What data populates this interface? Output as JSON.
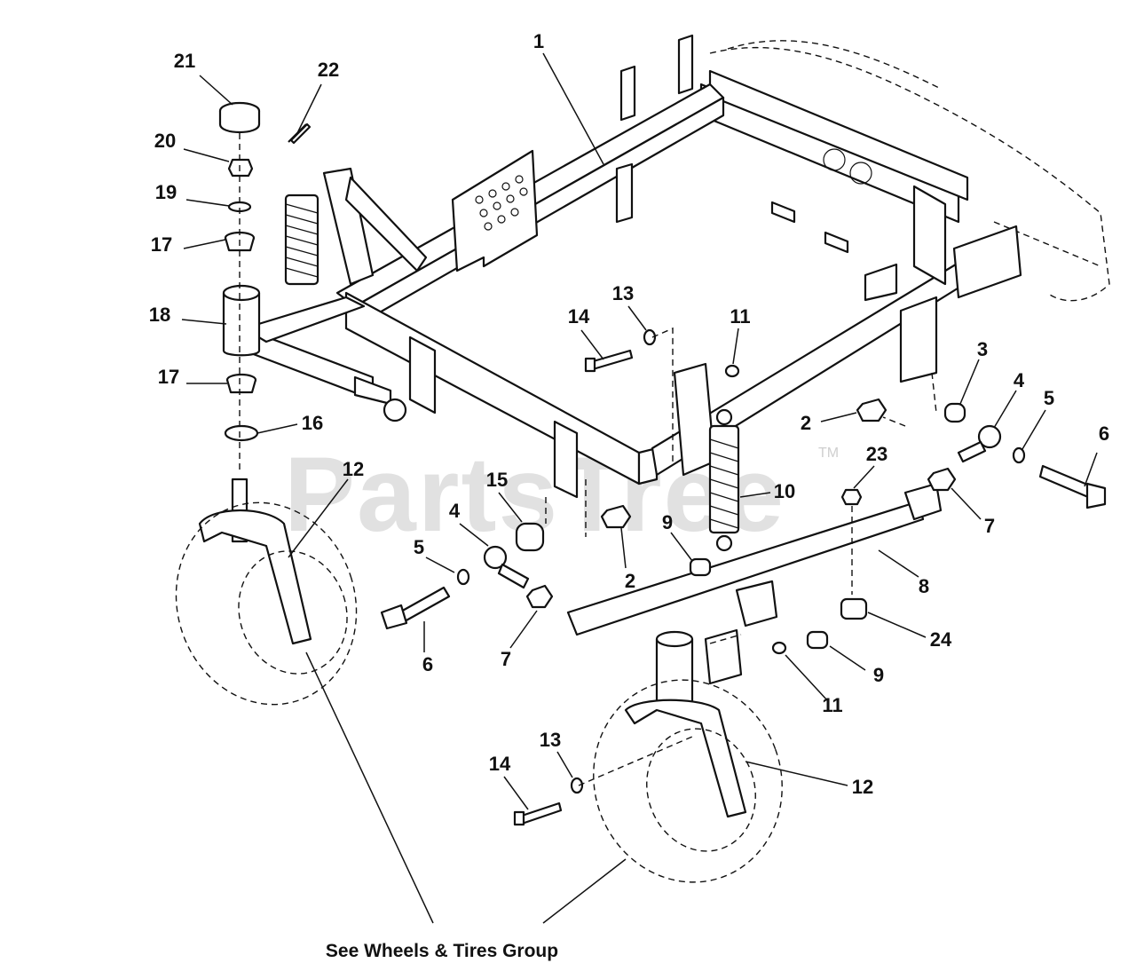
{
  "watermark": "PartsTree",
  "trademark": "TM",
  "caption": "See Wheels & Tires Group",
  "callouts": [
    {
      "id": "c1",
      "label": "1"
    },
    {
      "id": "c21",
      "label": "21"
    },
    {
      "id": "c22",
      "label": "22"
    },
    {
      "id": "c20",
      "label": "20"
    },
    {
      "id": "c19",
      "label": "19"
    },
    {
      "id": "c17a",
      "label": "17"
    },
    {
      "id": "c18",
      "label": "18"
    },
    {
      "id": "c17b",
      "label": "17"
    },
    {
      "id": "c16",
      "label": "16"
    },
    {
      "id": "c12a",
      "label": "12"
    },
    {
      "id": "c13a",
      "label": "13"
    },
    {
      "id": "c14a",
      "label": "14"
    },
    {
      "id": "c11a",
      "label": "11"
    },
    {
      "id": "c3",
      "label": "3"
    },
    {
      "id": "c4a",
      "label": "4"
    },
    {
      "id": "c5a",
      "label": "5"
    },
    {
      "id": "c6a",
      "label": "6"
    },
    {
      "id": "c2a",
      "label": "2"
    },
    {
      "id": "c23",
      "label": "23"
    },
    {
      "id": "c10",
      "label": "10"
    },
    {
      "id": "c7a",
      "label": "7"
    },
    {
      "id": "c15",
      "label": "15"
    },
    {
      "id": "c4b",
      "label": "4"
    },
    {
      "id": "c5b",
      "label": "5"
    },
    {
      "id": "c9a",
      "label": "9"
    },
    {
      "id": "c2b",
      "label": "2"
    },
    {
      "id": "c8",
      "label": "8"
    },
    {
      "id": "c6b",
      "label": "6"
    },
    {
      "id": "c7b",
      "label": "7"
    },
    {
      "id": "c24",
      "label": "24"
    },
    {
      "id": "c9b",
      "label": "9"
    },
    {
      "id": "c11b",
      "label": "11"
    },
    {
      "id": "c13b",
      "label": "13"
    },
    {
      "id": "c14b",
      "label": "14"
    },
    {
      "id": "c12b",
      "label": "12"
    }
  ]
}
